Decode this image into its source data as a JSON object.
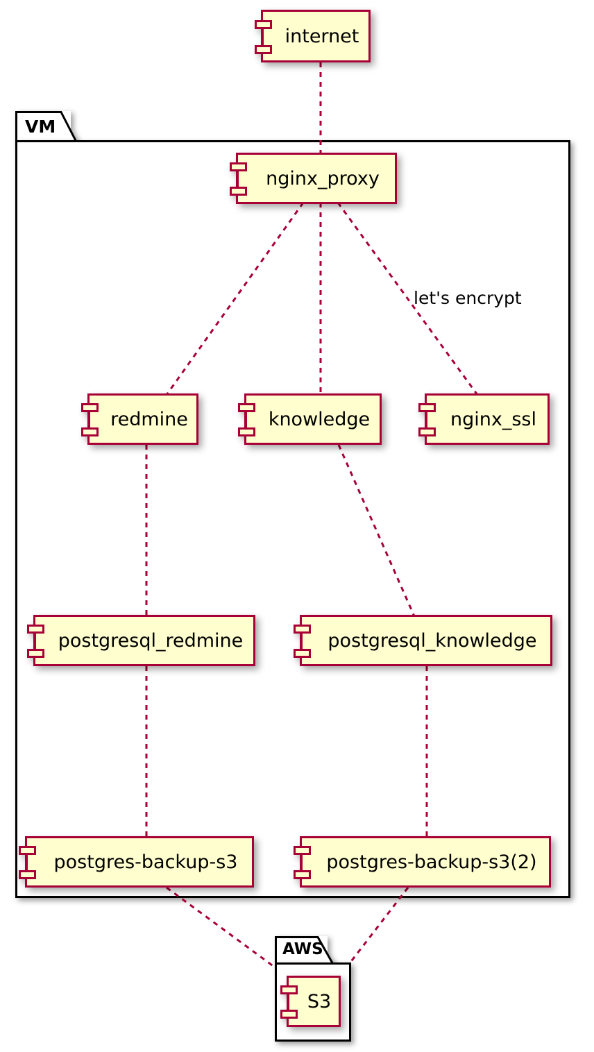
{
  "diagram": {
    "type": "plantuml-component-diagram",
    "background": "#FFFFFF",
    "component_fill": "#FEFECE",
    "component_border": "#A80036",
    "link_color": "#A80036",
    "package_border": "#000000"
  },
  "packages": [
    {
      "name": "vm",
      "label": "VM"
    },
    {
      "name": "aws",
      "label": "AWS"
    }
  ],
  "components": [
    {
      "name": "internet",
      "label": "internet"
    },
    {
      "name": "nginx_proxy",
      "label": "nginx_proxy"
    },
    {
      "name": "redmine",
      "label": "redmine"
    },
    {
      "name": "knowledge",
      "label": "knowledge"
    },
    {
      "name": "nginx_ssl",
      "label": "nginx_ssl"
    },
    {
      "name": "postgresql_redmine",
      "label": "postgresql_redmine"
    },
    {
      "name": "postgresql_knowledge",
      "label": "postgresql_knowledge"
    },
    {
      "name": "postgres_backup_s3",
      "label": "postgres-backup-s3"
    },
    {
      "name": "postgres_backup_s3_2",
      "label": "postgres-backup-s3(2)"
    },
    {
      "name": "s3",
      "label": "S3"
    }
  ],
  "edges": [
    {
      "from": "internet",
      "to": "nginx_proxy",
      "label": ""
    },
    {
      "from": "nginx_proxy",
      "to": "redmine",
      "label": ""
    },
    {
      "from": "nginx_proxy",
      "to": "knowledge",
      "label": ""
    },
    {
      "from": "nginx_proxy",
      "to": "nginx_ssl",
      "label": "let's encrypt"
    },
    {
      "from": "redmine",
      "to": "postgresql_redmine",
      "label": ""
    },
    {
      "from": "knowledge",
      "to": "postgresql_knowledge",
      "label": ""
    },
    {
      "from": "postgresql_redmine",
      "to": "postgres_backup_s3",
      "label": ""
    },
    {
      "from": "postgresql_knowledge",
      "to": "postgres_backup_s3_2",
      "label": ""
    },
    {
      "from": "postgres_backup_s3",
      "to": "s3",
      "label": ""
    },
    {
      "from": "postgres_backup_s3_2",
      "to": "s3",
      "label": ""
    }
  ],
  "edge_labels": {
    "lets_encrypt": "let's encrypt"
  }
}
